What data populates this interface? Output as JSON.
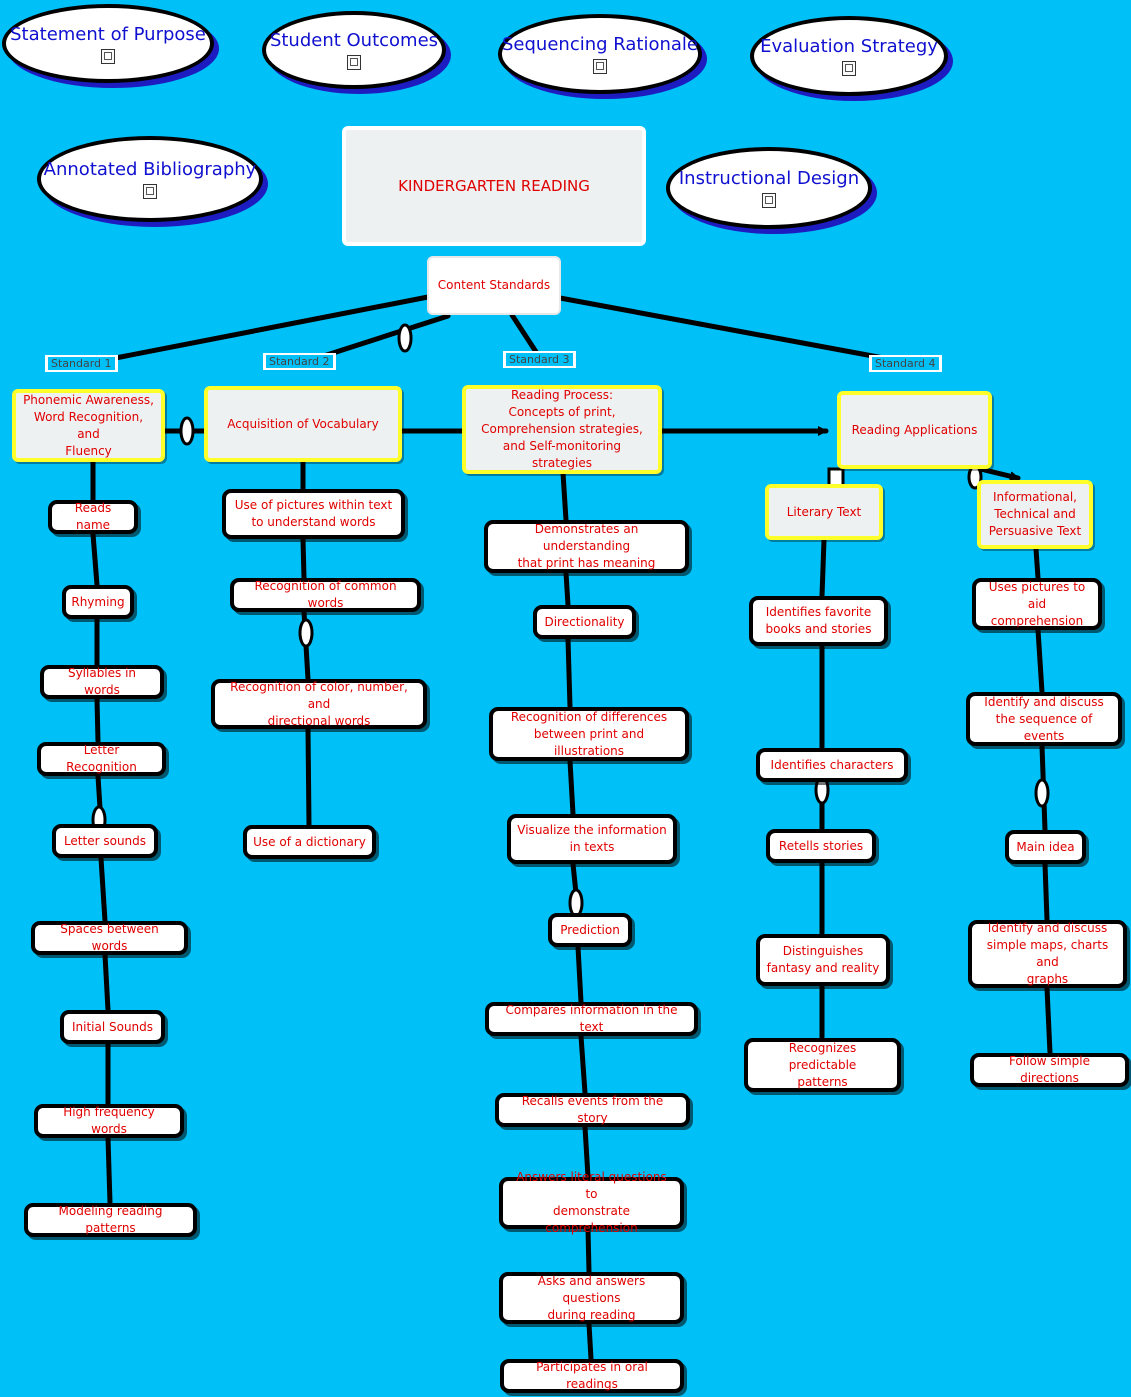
{
  "links": {
    "statement": "Statement of Purpose",
    "outcomes": "Student Outcomes",
    "sequencing": "Sequencing Rationale",
    "evaluation": "Evaluation Strategy",
    "bibliography": "Annotated Bibliography",
    "instructional": "Instructional Design",
    "doc_icon": "document-icon"
  },
  "root": "KINDERGARTEN READING",
  "content_standards": "Content Standards",
  "standard_labels": [
    "Standard 1",
    "Standard 2",
    "Standard 3",
    "Standard 4"
  ],
  "std1": {
    "title": "Phonemic Awareness,\nWord Recognition, and\nFluency",
    "items": [
      "Reads name",
      "Rhyming",
      "Syllables in words",
      "Letter Recognition",
      "Letter sounds",
      "Spaces between words",
      "Initial Sounds",
      "High frequency words",
      "Modeling reading patterns"
    ]
  },
  "std2": {
    "title": "Acquisition of Vocabulary",
    "items": [
      "Use of pictures within text\nto understand words",
      "Recognition of common words",
      "Recognition of color, number, and\ndirectional words",
      "Use of a dictionary"
    ]
  },
  "std3": {
    "title": "Reading Process:\nConcepts of print,\nComprehension strategies,\nand Self-monitoring strategies",
    "items": [
      "Demonstrates an understanding\nthat print has meaning",
      "Directionality",
      "Recognition of differences\nbetween print and illustrations",
      "Visualize the information\nin texts",
      "Prediction",
      "Compares information in the text",
      "Recalls events from the story",
      "Answers literal questions to\ndemonstrate comprehension",
      "Asks and answers questions\nduring reading",
      "Participates in oral readings"
    ]
  },
  "std4": {
    "title": "Reading Applications",
    "literary": {
      "title": "Literary Text",
      "items": [
        "Identifies favorite\nbooks and stories",
        "Identifies characters",
        "Retells stories",
        "Distinguishes\nfantasy and reality",
        "Recognizes predictable\npatterns"
      ]
    },
    "informational": {
      "title": "Informational,\nTechnical and\nPersuasive Text",
      "items": [
        "Uses pictures to\naid comprehension",
        "Identify and discuss\nthe sequence of events",
        "Main idea",
        "Identify and discuss\nsimple maps, charts and\ngraphs",
        "Follow simple directions"
      ]
    }
  },
  "colors": {
    "background": "#00c0f8",
    "node_text": "#e00000",
    "link_text": "#1010d0",
    "category_border": "#ffff2a"
  }
}
